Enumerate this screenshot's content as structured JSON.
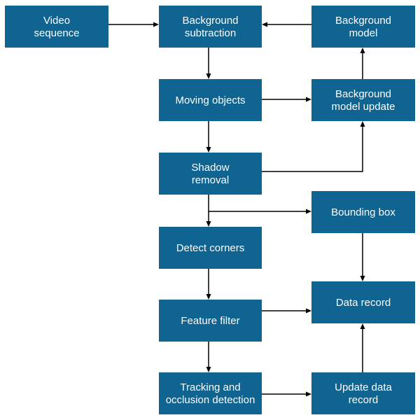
{
  "nodes": {
    "video_sequence": [
      "Video",
      "sequence"
    ],
    "background_subtraction": [
      "Background",
      "subtraction"
    ],
    "background_model": [
      "Background",
      "model"
    ],
    "moving_objects": [
      "Moving objects"
    ],
    "background_model_update": [
      "Background",
      "model update"
    ],
    "shadow_removal": [
      "Shadow",
      "removal"
    ],
    "bounding_box": [
      "Bounding box"
    ],
    "detect_corners": [
      "Detect corners"
    ],
    "feature_filter": [
      "Feature filter"
    ],
    "data_record": [
      "Data record"
    ],
    "tracking_occlusion": [
      "Tracking and",
      "occlusion detection"
    ],
    "update_data_record": [
      "Update data",
      "record"
    ]
  },
  "colors": {
    "box_fill": "#0f6491",
    "text": "#ffffff",
    "arrow": "#000000"
  }
}
